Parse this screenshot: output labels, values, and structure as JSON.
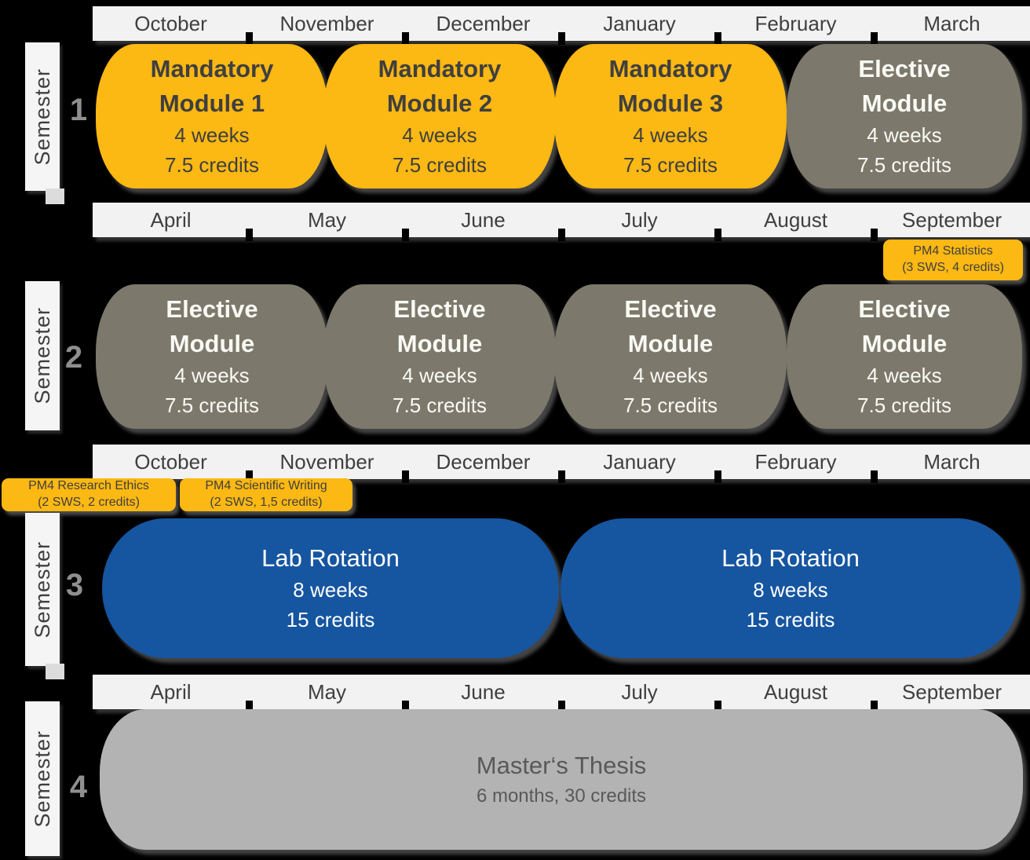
{
  "colors": {
    "background": "#000000",
    "month_bar": "#F2F2F2",
    "month_text": "#3F3F3F",
    "mandatory_module": "#FCB813",
    "elective_module": "#7C786B",
    "lab_rotation": "#1655A0",
    "masters_thesis": "#B3B3B3",
    "pm4_course": "#FCB813",
    "semester_label_bar": "#F5F5F5",
    "semester_number": "#8F8F8F"
  },
  "month_bars": [
    {
      "months": [
        "October",
        "November",
        "December",
        "January",
        "February",
        "March"
      ]
    },
    {
      "months": [
        "April",
        "May",
        "June",
        "July",
        "August",
        "September"
      ]
    },
    {
      "months": [
        "October",
        "November",
        "December",
        "January",
        "February",
        "March"
      ]
    },
    {
      "months": [
        "April",
        "May",
        "June",
        "July",
        "August",
        "September"
      ]
    }
  ],
  "semesters": [
    {
      "label": "Semester",
      "number": "1",
      "modules": [
        {
          "title": "Mandatory Module 1",
          "duration": "4 weeks",
          "credits": "7.5 credits"
        },
        {
          "title": "Mandatory Module 2",
          "duration": "4 weeks",
          "credits": "7.5 credits"
        },
        {
          "title": "Mandatory Module 3",
          "duration": "4 weeks",
          "credits": "7.5 credits"
        },
        {
          "title": "Elective Module",
          "duration": "4 weeks",
          "credits": "7.5 credits"
        }
      ]
    },
    {
      "label": "Semester",
      "number": "2",
      "modules": [
        {
          "title": "Elective Module",
          "duration": "4 weeks",
          "credits": "7.5 credits"
        },
        {
          "title": "Elective Module",
          "duration": "4 weeks",
          "credits": "7.5 credits"
        },
        {
          "title": "Elective Module",
          "duration": "4 weeks",
          "credits": "7.5 credits"
        },
        {
          "title": "Elective Module",
          "duration": "4 weeks",
          "credits": "7.5 credits"
        }
      ]
    },
    {
      "label": "Semester",
      "number": "3",
      "modules": [
        {
          "title": "Lab Rotation",
          "duration": "8 weeks",
          "credits": "15 credits"
        },
        {
          "title": "Lab Rotation",
          "duration": "8 weeks",
          "credits": "15 credits"
        }
      ]
    },
    {
      "label": "Semester",
      "number": "4",
      "modules": [
        {
          "title": "Master‘s Thesis",
          "details": "6 months, 30 credits"
        }
      ]
    }
  ],
  "pm4_courses": [
    {
      "name": "PM4 Statistics",
      "details": "(3 SWS, 4 credits)"
    },
    {
      "name": "PM4 Research Ethics",
      "details": "(2 SWS, 2 credits)"
    },
    {
      "name": "PM4 Scientific Writing",
      "details": "(2 SWS, 1,5 credits)"
    }
  ]
}
